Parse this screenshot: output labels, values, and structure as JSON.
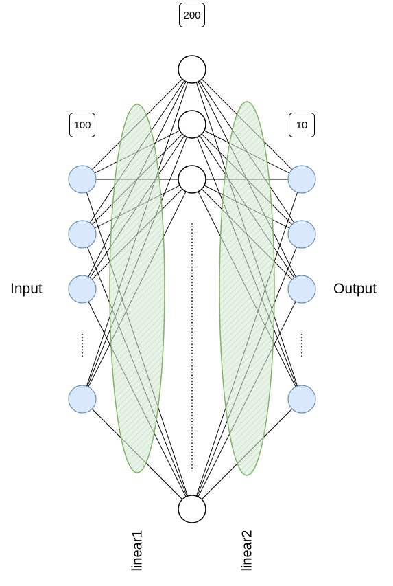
{
  "counts": {
    "input": "100",
    "hidden": "200",
    "output": "10"
  },
  "labels": {
    "input": "Input",
    "output": "Output",
    "layer1": "linear1",
    "layer2": "linear2"
  },
  "colors": {
    "input_node_fill": "#dae8fc",
    "input_node_stroke": "#6c8ebf",
    "hidden_node_fill": "#ffffff",
    "hidden_node_stroke": "#000000",
    "layer_ellipse_fill": "#d5e8d4",
    "layer_ellipse_stroke": "#82b366",
    "edge": "#000000"
  },
  "icons": {
    "ellipsis": "vertical-dots"
  }
}
